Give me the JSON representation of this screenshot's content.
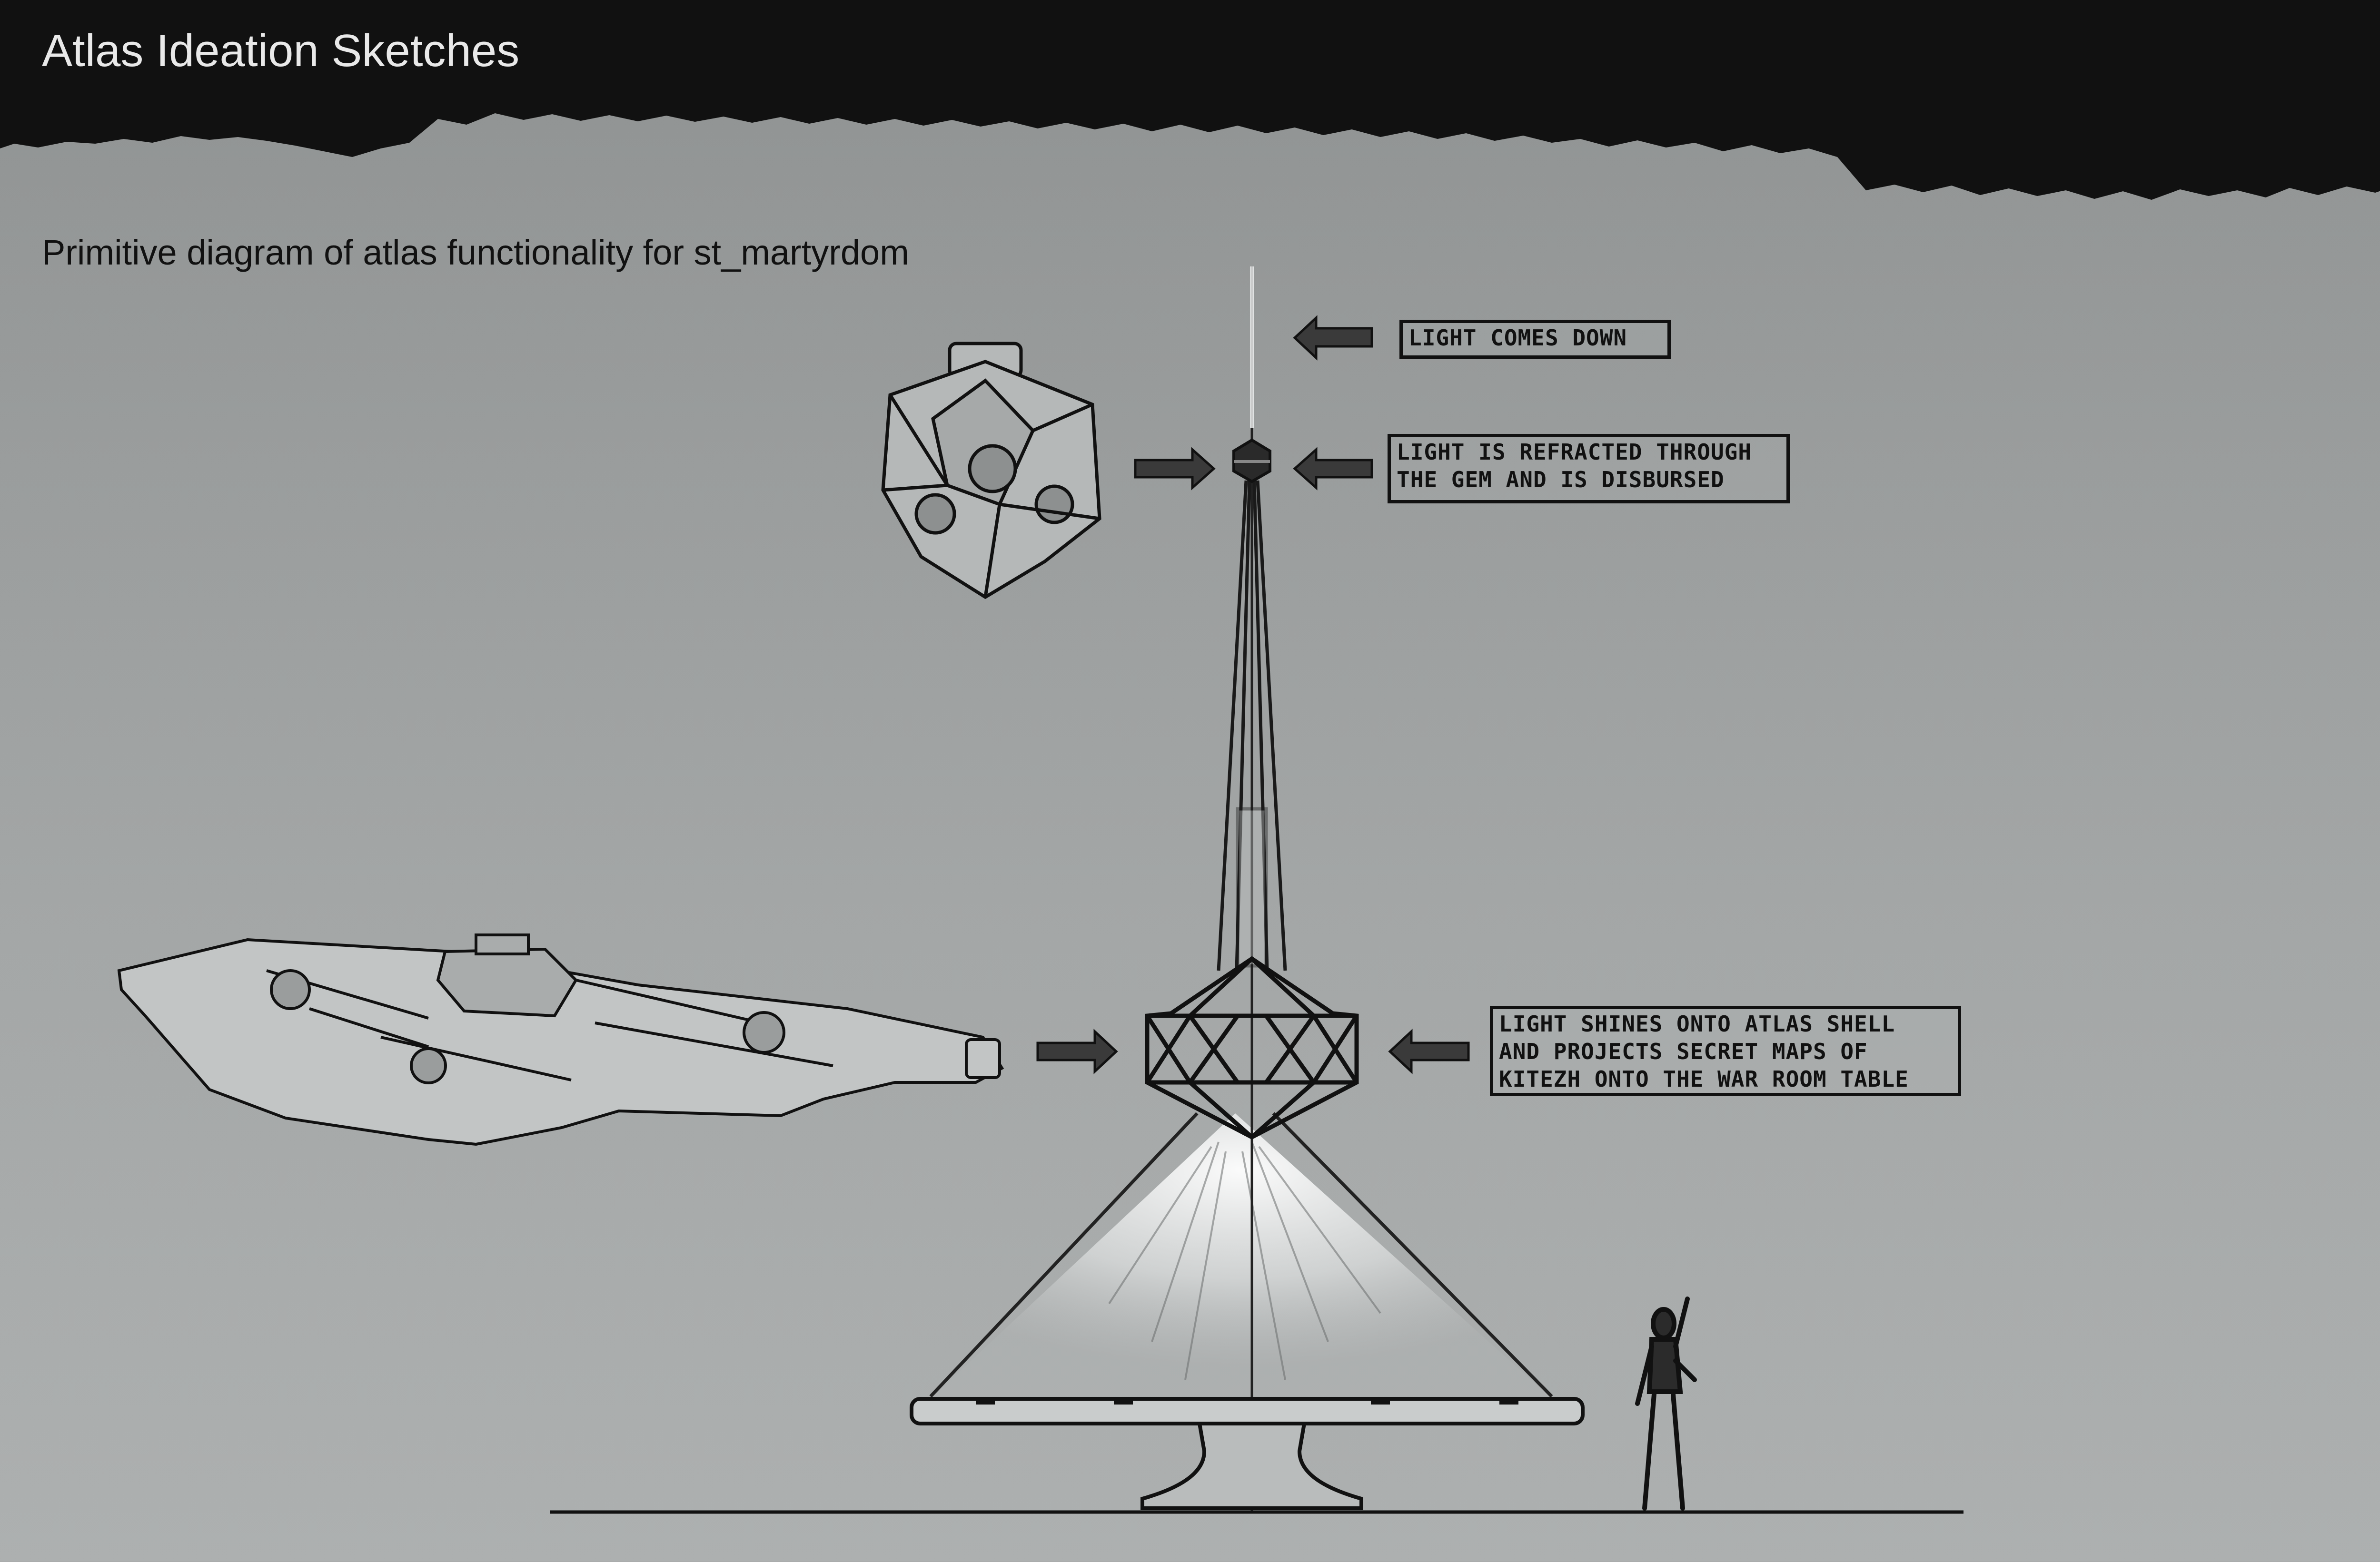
{
  "header": {
    "title": "Atlas Ideation Sketches"
  },
  "subtitle": "Primitive diagram of atlas functionality for st_martyrdom",
  "annotations": [
    {
      "lines": [
        "LIGHT COMES DOWN"
      ]
    },
    {
      "lines": [
        "LIGHT IS REFRACTED THROUGH",
        "THE GEM AND IS DISBURSED"
      ]
    },
    {
      "lines": [
        "LIGHT SHINES ONTO ATLAS SHELL",
        "AND PROJECTS SECRET MAPS OF",
        "KITEZH ONTO THE WAR ROOM TABLE"
      ]
    }
  ],
  "colors": {
    "background": "#9c9f9f",
    "header_band": "#111111",
    "ink": "#111111",
    "title_text": "#e9e9e9",
    "light_beam": "#f4f6f6"
  },
  "icons": [
    "arrow-right-icon",
    "arrow-left-icon"
  ]
}
